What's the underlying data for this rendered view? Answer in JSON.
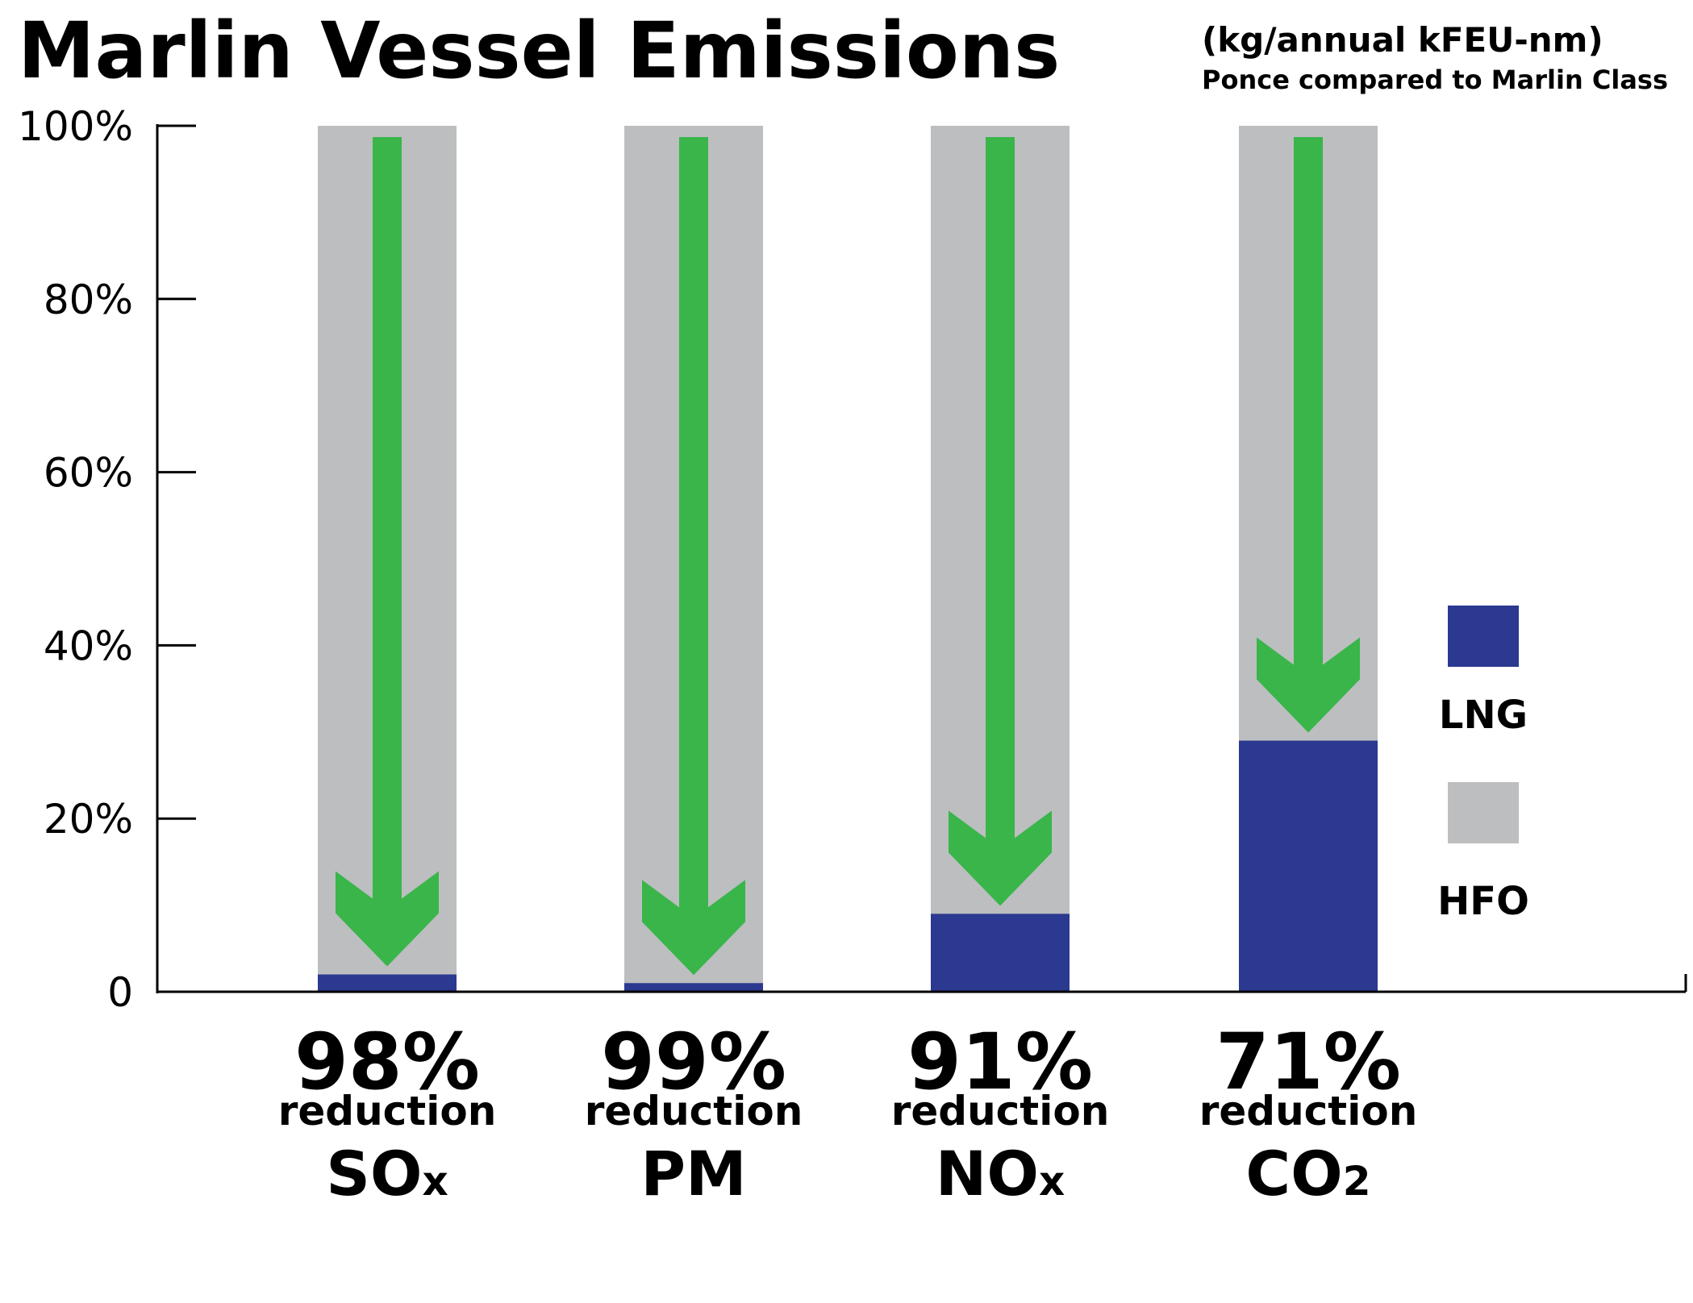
{
  "chart_data": {
    "type": "bar",
    "title": "Marlin Vessel Emissions",
    "subtitle_unit": "(kg/annual kFEU-nm)",
    "subtitle_note": "Ponce compared to Marlin Class",
    "ylim": [
      0,
      100
    ],
    "y_ticks": [
      {
        "value": 0,
        "label": "0"
      },
      {
        "value": 20,
        "label": "20%"
      },
      {
        "value": 40,
        "label": "40%"
      },
      {
        "value": 60,
        "label": "60%"
      },
      {
        "value": 80,
        "label": "80%"
      },
      {
        "value": 100,
        "label": "100%"
      }
    ],
    "categories": [
      {
        "main": "SO",
        "sub": "x"
      },
      {
        "main": "PM",
        "sub": ""
      },
      {
        "main": "NO",
        "sub": "x"
      },
      {
        "main": "CO",
        "sub": "2"
      }
    ],
    "series": [
      {
        "name": "HFO",
        "values": [
          100,
          100,
          100,
          100
        ],
        "color": "#bcbec0"
      },
      {
        "name": "LNG",
        "values": [
          2,
          1,
          9,
          29
        ],
        "color": "#2b3990"
      }
    ],
    "reductions": [
      {
        "value": "98%",
        "label": "reduction"
      },
      {
        "value": "99%",
        "label": "reduction"
      },
      {
        "value": "91%",
        "label": "reduction"
      },
      {
        "value": "71%",
        "label": "reduction"
      }
    ],
    "arrow_color": "#39b54a",
    "legend": {
      "position": "right",
      "items": [
        "LNG",
        "HFO"
      ]
    },
    "grid": false
  }
}
